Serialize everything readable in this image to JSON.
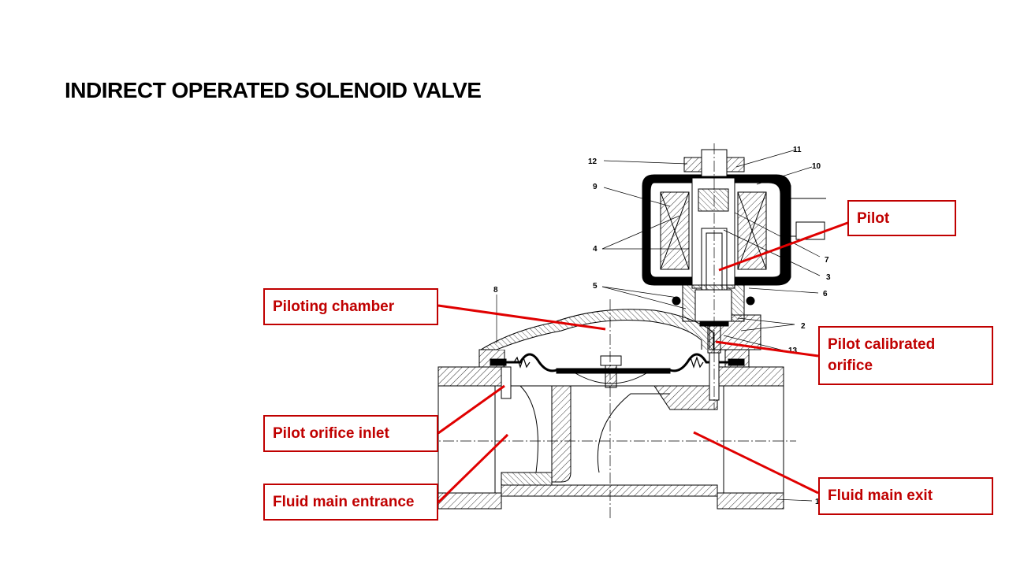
{
  "slide": {
    "title": "INDIRECT OPERATED SOLENOID VALVE"
  },
  "callouts": {
    "pilot": "Pilot",
    "piloting_chamber": "Piloting chamber",
    "pilot_calibrated_orifice": "Pilot calibrated orifice",
    "pilot_orifice_inlet": "Pilot orifice inlet",
    "fluid_main_entrance": "Fluid main entrance",
    "fluid_main_exit": "Fluid main exit"
  },
  "part_numbers": {
    "p1": "1",
    "p2": "2",
    "p3": "3",
    "p4": "4",
    "p5": "5",
    "p6": "6",
    "p7": "7",
    "p8": "8",
    "p9": "9",
    "p10": "10",
    "p11": "11",
    "p12": "12",
    "p13": "13"
  },
  "colors": {
    "callout_red": "#c00000",
    "line_red": "#e00000",
    "drawing": "#000000"
  }
}
